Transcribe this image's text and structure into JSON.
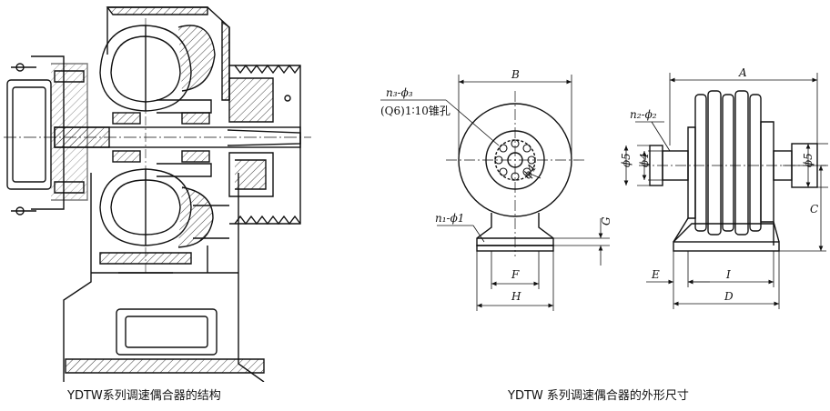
{
  "captions": {
    "left": "YDTW系列调速偶合器的结构",
    "right": "YDTW 系列调速偶合器的外形尺寸"
  },
  "front_view": {
    "B": "B",
    "n3_phi3": "n₃-ϕ₃",
    "taper": "(Q6)1∶10锥孔",
    "phi4_circle": "ϕ4",
    "n1_phi1": "n₁-ϕ1",
    "G": "G",
    "F": "F",
    "H": "H"
  },
  "side_view": {
    "A": "A",
    "n2_phi2": "n₂-ϕ₂",
    "phi5_left": "ϕ5",
    "phi4": "ϕ4",
    "phi5_right": "ϕ5",
    "C": "C",
    "E": "E",
    "I": "I",
    "D": "D"
  }
}
